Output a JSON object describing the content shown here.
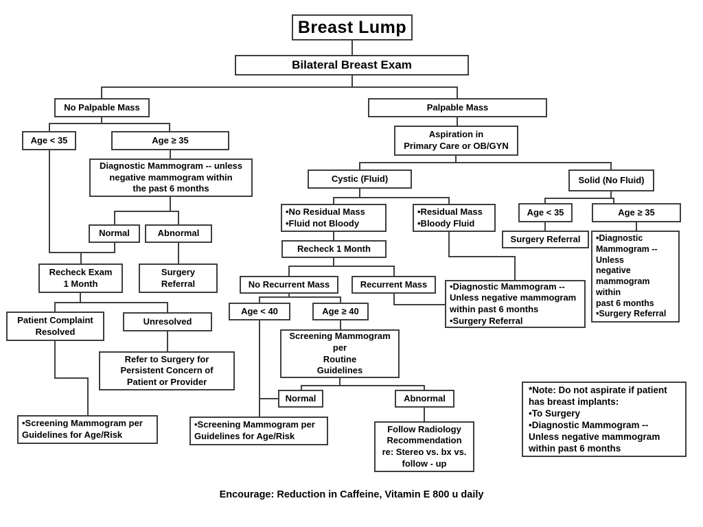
{
  "diagram": {
    "type": "flowchart",
    "colors": {
      "background": "#ffffff",
      "box_border": "#3d3d3d",
      "line": "#3f3f3f",
      "text": "#000000"
    },
    "nodes": {
      "breast_lump": "Breast Lump",
      "bilateral_breast_exam": "Bilateral Breast Exam",
      "no_palpable_mass": "No Palpable Mass",
      "palpable_mass": "Palpable Mass",
      "age_lt_35_left": "Age < 35",
      "age_ge_35_left": "Age ≥ 35",
      "diagnostic_mammogram_left": "Diagnostic Mammogram -- unless\nnegative mammogram within\nthe past 6 months",
      "normal_left": "Normal",
      "abnormal_left": "Abnormal",
      "recheck_exam_1_month": "Recheck Exam\n1 Month",
      "surgery_referral_left": "Surgery\nReferral",
      "patient_complaint_resolved": "Patient Complaint\nResolved",
      "unresolved": "Unresolved",
      "refer_to_surgery": "Refer to Surgery for\nPersistent Concern of\nPatient or Provider",
      "screening_mammogram_left": "•Screening Mammogram per\nGuidelines for Age/Risk",
      "aspiration": "Aspiration in\nPrimary Care or OB/GYN",
      "cystic_fluid": "Cystic (Fluid)",
      "solid_no_fluid": "Solid (No Fluid)",
      "no_residual_mass": "•No Residual Mass\n•Fluid not Bloody",
      "residual_mass": "•Residual Mass\n•Bloody Fluid",
      "recheck_1_month": "Recheck 1 Month",
      "no_recurrent_mass": "No Recurrent Mass",
      "recurrent_mass": "Recurrent Mass",
      "age_lt_40": "Age < 40",
      "age_ge_40": "Age ≥ 40",
      "screening_routine": "Screening Mammogram\nper\nRoutine\nGuidelines",
      "normal_mid": "Normal",
      "abnormal_mid": "Abnormal",
      "screening_mammogram_mid": "•Screening Mammogram per\nGuidelines for Age/Risk",
      "follow_radiology": "Follow Radiology\nRecommendation\nre: Stereo vs. bx vs.\nfollow - up",
      "age_lt_35_right": "Age < 35",
      "age_ge_35_right": "Age ≥ 35",
      "surgery_referral_right": "Surgery Referral",
      "diagnostic_tall": "•Diagnostic\nMammogram --\nUnless\nnegative\nmammogram\nwithin\npast 6 months\n•Surgery Referral",
      "diagnostic_mid": "•Diagnostic Mammogram --\nUnless negative mammogram\nwithin past 6 months\n•Surgery Referral",
      "note": "*Note: Do not aspirate if patient\nhas breast implants:\n•To Surgery\n•Diagnostic Mammogram --\nUnless negative mammogram\nwithin past 6 months"
    },
    "footer": "Encourage: Reduction in Caffeine, Vitamin E 800 u daily"
  }
}
